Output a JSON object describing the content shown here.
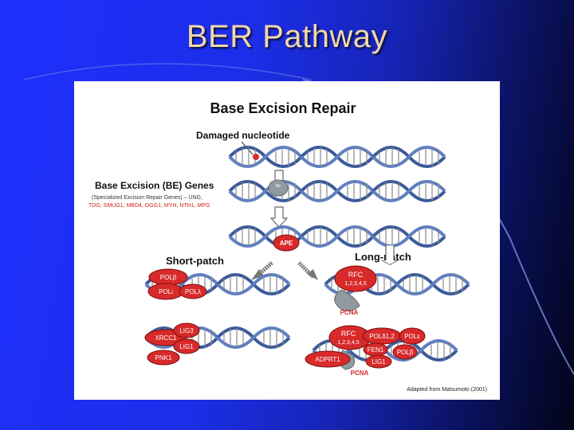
{
  "slide": {
    "title": "BER Pathway"
  },
  "figure": {
    "title": "Base Excision Repair",
    "damaged_label": "Damaged nucleotide",
    "genes_heading": "Base Excision (BE) Genes",
    "genes_line1": "(Specialized Excision Repair Genes) – UNG,",
    "genes_line2": "TDG, SMUG1, MBD4, OGG1, MYH, NTH1, MPG",
    "be_protein": "BE",
    "ape": "APE",
    "short_patch": "Short-patch",
    "long_patch": "Long-patch",
    "short": {
      "polb": "POLβ",
      "poli": "POLι",
      "poll": "POLλ",
      "xrcc1": "XRCC1",
      "lig3": "LIG3",
      "lig1": "LIG1",
      "pnk1": "PNK1"
    },
    "long": {
      "rfc_label": "RFC",
      "rfc_sub": "1,2,3,4,5",
      "pcna": "PCNA",
      "pold": "POLδ1,2",
      "pole": "POLε",
      "fen1": "FEN1",
      "polb": "POLβ",
      "adprt1": "ADPRT1",
      "lig1": "LIG1"
    },
    "credit": "Adapted from Matsumoto (2001)"
  },
  "colors": {
    "protein_red": "#d82a2a",
    "gene_red": "#d52020",
    "dna_blue": "#3b5a9a",
    "protein_gray": "#8f9aa3",
    "title_tan": "#f2d7a8"
  }
}
